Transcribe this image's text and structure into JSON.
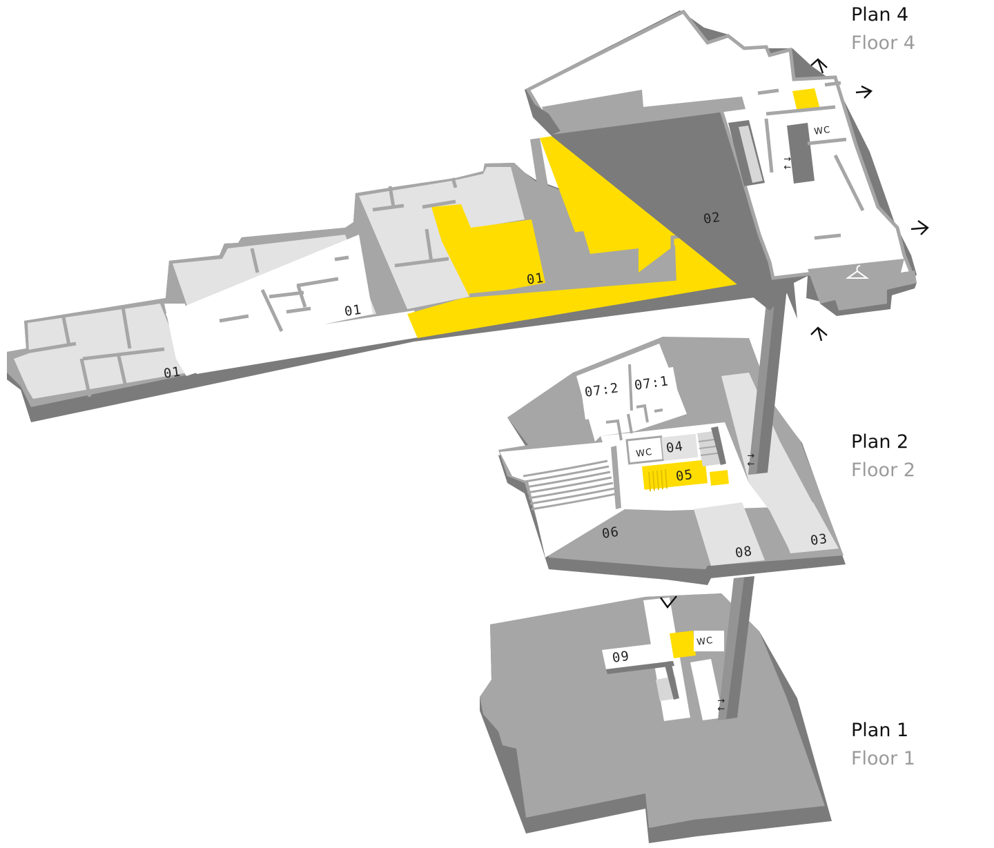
{
  "colors": {
    "highlight": "#ffdd00",
    "room": "#e3e3e3",
    "wall": "#a6a6a6",
    "wall_dark": "#7b7b7b",
    "open_floor": "#ffffff"
  },
  "floors": [
    {
      "title": "Plan 4",
      "subtitle": "Floor 4"
    },
    {
      "title": "Plan 2",
      "subtitle": "Floor 2"
    },
    {
      "title": "Plan 1",
      "subtitle": "Floor 1"
    }
  ],
  "labels": {
    "floor4": {
      "room_01_a": "01",
      "room_01_b": "01",
      "room_01_c": "01",
      "room_02": "02",
      "wc": "WC"
    },
    "floor2": {
      "room_07_2": "07:2",
      "room_07_1": "07:1",
      "wc": "WC",
      "room_04": "04",
      "room_05": "05",
      "room_06": "06",
      "room_08": "08",
      "room_03": "03"
    },
    "floor1": {
      "room_09": "09",
      "wc": "WC"
    }
  },
  "icons": [
    "arrow-icon",
    "elevator-icon",
    "stairs-icon",
    "coat-hanger-icon"
  ]
}
